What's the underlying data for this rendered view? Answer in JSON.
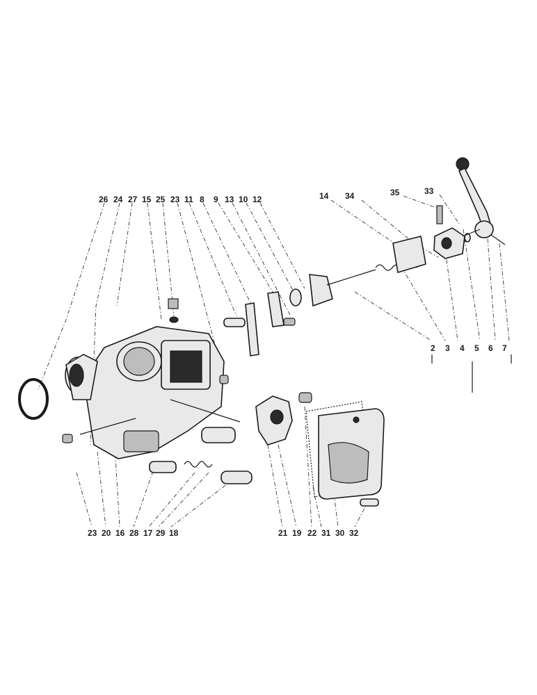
{
  "labels": {
    "top_left": [
      "26",
      "24",
      "27",
      "15",
      "25",
      "23",
      "11",
      "8",
      "9",
      "13",
      "10",
      "12"
    ],
    "top_right": [
      "14",
      "34",
      "35",
      "33"
    ],
    "right": [
      "2",
      "3",
      "4",
      "5",
      "6",
      "7"
    ],
    "bottom_left": [
      "23",
      "20",
      "16",
      "28",
      "17",
      "29",
      "18"
    ],
    "bottom_right": [
      "21",
      "19",
      "22",
      "31",
      "30",
      "32"
    ]
  }
}
